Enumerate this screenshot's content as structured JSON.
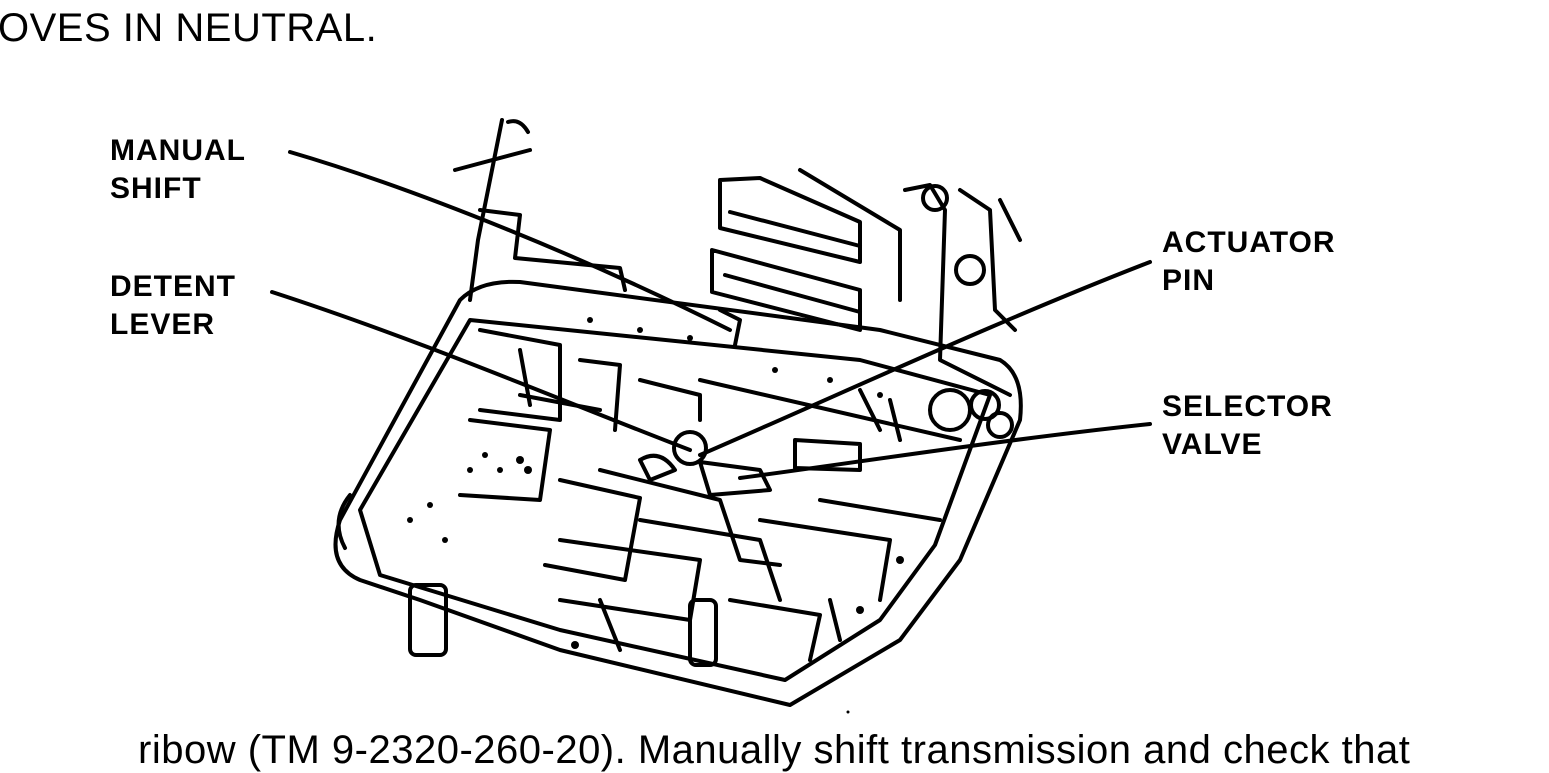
{
  "text": {
    "top_line": "OVES IN NEUTRAL.",
    "bottom_line": "ribow (TM 9-2320-260-20). Manually shift transmission and check that"
  },
  "callouts": {
    "manual_shift": "MANUAL\nSHIFT",
    "detent_lever": "DETENT\nLEVER",
    "actuator_pin": "ACTUATOR\nPIN",
    "selector_valve": "SELECTOR\nVALVE"
  }
}
